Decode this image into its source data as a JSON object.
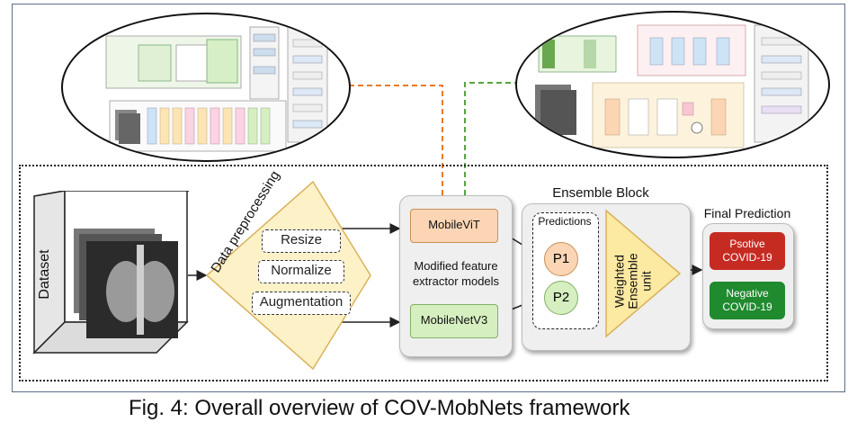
{
  "caption": "Fig. 4: Overall overview of COV-MobNets framework",
  "dataset": {
    "label": "Dataset"
  },
  "preprocessing": {
    "title": "Data preprocessing",
    "steps": [
      "Resize",
      "Normalize",
      "Augmentation"
    ]
  },
  "feature_extractors": {
    "mobilevit": "MobileViT",
    "mobilenetv3": "MobileNetV3",
    "caption": "Modified feature extractor models"
  },
  "ensemble": {
    "title": "Ensemble Block",
    "predictions_label": "Predictions",
    "p1": "P1",
    "p2": "P2",
    "unit_label": "Weighted Ensemble unit"
  },
  "final": {
    "title": "Final Prediction",
    "positive": "Psotive COVID-19",
    "negative": "Negative COVID-19"
  },
  "colors": {
    "mobilevit_fill": "#fbd5b4",
    "mobilenetv3_fill": "#d6efc0",
    "diamond_fill": "#fdf1c8",
    "triangle_fill": "#fce9a2",
    "positive": "#c62b22",
    "negative": "#1f8a2e",
    "orange_link": "#e87a2a",
    "green_link": "#55a63c"
  }
}
